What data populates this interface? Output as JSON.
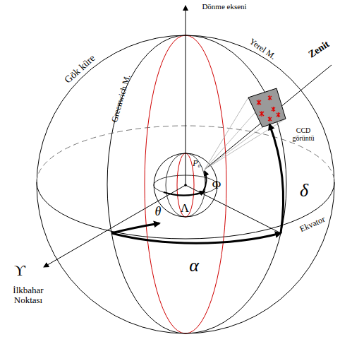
{
  "diagram": {
    "labels": [
      "Dönme ekseni",
      "Gök küre",
      "Greenwich M.",
      "Yerel M.",
      "Zenit",
      "CCD görüntü",
      "P₀",
      "Φ",
      "Λ",
      "θ",
      "δ",
      "α",
      "Ekvator",
      "ϒ",
      "İlkbahar Noktası"
    ]
  }
}
